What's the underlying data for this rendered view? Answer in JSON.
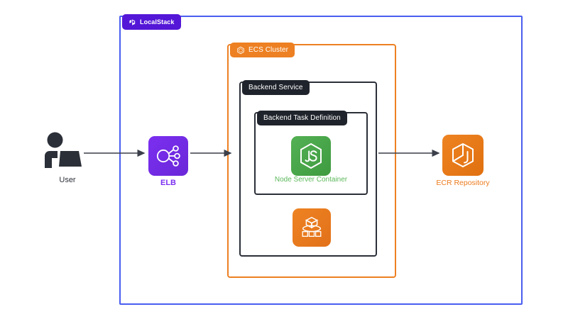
{
  "diagram": {
    "title": "LocalStack ECS architecture",
    "background": "#ffffff"
  },
  "boundaries": [
    {
      "id": "localstack",
      "label": "LocalStack",
      "icon": "localstack-logo-icon",
      "border_color": "#4a5ef0",
      "badge_color": "#5417d7"
    },
    {
      "id": "ecs_cluster",
      "label": "ECS Cluster",
      "icon": "ecs-cluster-icon",
      "border_color": "#ed8022",
      "badge_color": "#ed8022"
    },
    {
      "id": "backend_service",
      "label": "Backend Service",
      "icon": "none",
      "border_color": "#2b2f38",
      "badge_color": "#1f232b"
    },
    {
      "id": "backend_task_definition",
      "label": "Backend Task Definition",
      "icon": "none",
      "border_color": "#2b2f38",
      "badge_color": "#1f232b"
    }
  ],
  "nodes": [
    {
      "id": "user",
      "label": "User",
      "icon": "user-at-laptop-icon",
      "color": "#2b2f38"
    },
    {
      "id": "elb",
      "label": "ELB",
      "icon": "elastic-load-balancer-icon",
      "color": "#7b2ff0"
    },
    {
      "id": "node_server_container",
      "label": "Node Server Container",
      "icon": "nodejs-js-hexagon-icon",
      "color": "#5cb85c"
    },
    {
      "id": "ecs_task",
      "label": "",
      "icon": "ecs-task-container-icon",
      "color": "#ec7b1d"
    },
    {
      "id": "ecr_repository",
      "label": "ECR Repository",
      "icon": "ecr-repository-box-icon",
      "color": "#ec7b1d"
    }
  ],
  "connections": [
    {
      "id": "user-to-elb",
      "from": "user",
      "to": "elb",
      "color": "#3a3f4a"
    },
    {
      "id": "elb-to-ecs",
      "from": "elb",
      "to": "ecs_cluster",
      "color": "#3a3f4a"
    },
    {
      "id": "service-to-ecr",
      "from": "backend_service",
      "to": "ecr_repository",
      "color": "#3a3f4a"
    }
  ]
}
